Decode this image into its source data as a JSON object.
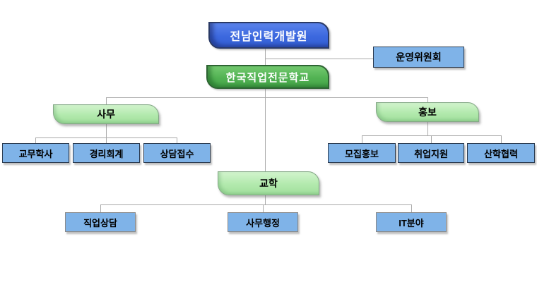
{
  "org": {
    "root": {
      "label": "전남인력개발원"
    },
    "committee": {
      "label": "운영위원회"
    },
    "school": {
      "label": "한국직업전문학교"
    },
    "departments": [
      {
        "id": "samu",
        "label": "사무",
        "children": [
          "교무학사",
          "경리회계",
          "상담접수"
        ]
      },
      {
        "id": "hongbo",
        "label": "홍보",
        "children": [
          "모집홍보",
          "취업지원",
          "산학협력"
        ]
      },
      {
        "id": "gyohak",
        "label": "교학",
        "children": [
          "직업상담",
          "사무행정",
          "IT분야"
        ]
      }
    ]
  },
  "palette": {
    "root_fill": "#3C68DE",
    "school_fill": "#52B253",
    "dept_fill": "#B2E9AD",
    "leaf_fill": "#7FB3E8",
    "leaf_border_dark": "#2B3B50",
    "leaf_border_gray": "#8A8A8A",
    "connector": "#A9A9A9",
    "background": "#FFFFFF"
  }
}
